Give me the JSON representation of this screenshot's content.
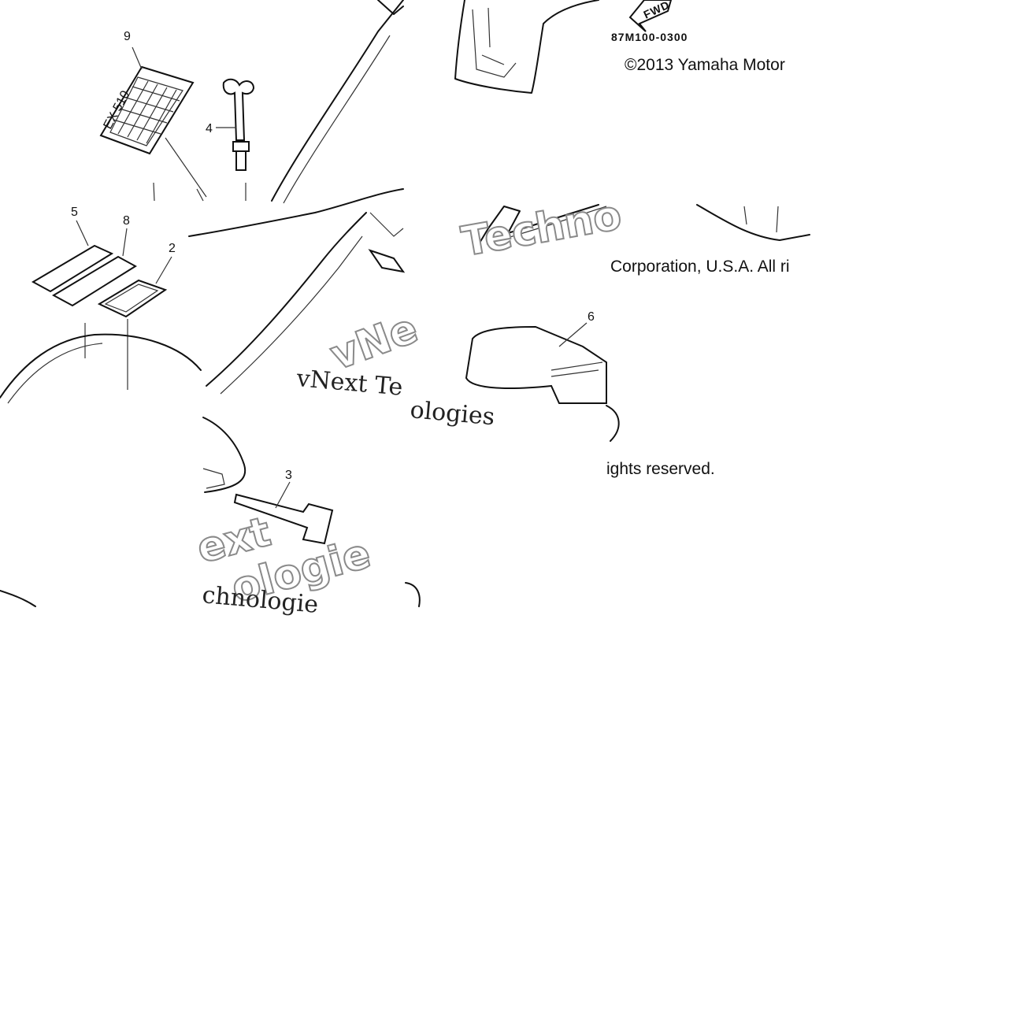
{
  "diagram": {
    "part_code": "87M100-0300",
    "fwd_label": "FWD",
    "copyright": {
      "line1": "©2013 Yamaha Motor",
      "line2": "Corporation, U.S.A. All ri",
      "line3": "ights reserved."
    },
    "callouts": {
      "c9": "9",
      "c4": "4",
      "c5": "5",
      "c8": "8",
      "c2": "2",
      "c6": "6",
      "c3": "3"
    },
    "plate_text": "EX 510",
    "watermarks": {
      "w1": "Techno",
      "w2": "vNext Te",
      "w3": "vNe",
      "w4": "ologies",
      "w5": "ext",
      "w6": "ologie",
      "w7": "chnologie"
    }
  }
}
